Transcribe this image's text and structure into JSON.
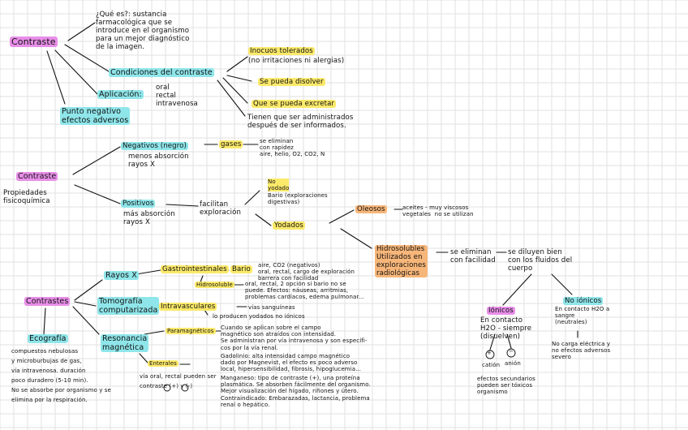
{
  "accents": {
    "pink": "#e88ee8",
    "cyan": "#8fe6ea",
    "yellow": "#fbe96a",
    "orange": "#f7b679",
    "grid": "#e2e2e2"
  },
  "section1": {
    "contraste": "Contraste",
    "que_es": "¿Qué es?: sustancia\nfarmacológica que se\nintroduce en el organismo\npara un mejor diagnóstico\nde la imagen.",
    "condiciones": "Condiciones del contraste",
    "inocuo": "Inocuos tolerados",
    "inocuo_sub": "(no irritaciones ni alergias)",
    "disolver": "Se pueda disolver",
    "excretar": "Que se pueda excretar",
    "administrarse": "Tienen que ser administrados\ndespués de ser informados.",
    "aplicacion": "Aplicación:",
    "vias": "oral\nrectal\nintravenosa",
    "punto": "Punto negativo\nefectos adversos"
  },
  "section2": {
    "contraste": "Contraste",
    "propiedades": "Propiedades\nfisicoquímica",
    "negativos": "Negativos (negro)",
    "neg_sub": "menos absorción\nrayos X",
    "gases": "gases",
    "gases_desc": "se eliminan\ncon rapidez\naire, helio, O2, CO2, N",
    "positivos": "Positivos",
    "pos_sub": "más absorción\nrayos X",
    "facilitan": "facilitan\nexploración",
    "no_yodado": "No\nyodado",
    "bario": "Bario (exploraciones\ndigestivas)",
    "yodados": "Yodados",
    "oleosos": "Oleosos",
    "aceites": "aceites - muy viscosos\nvegetales  no se utilizan",
    "hidrosolubles": "Hidrosolubles\nUtilizados en\nexploraciones\nradiológicas",
    "eliminan": "se eliminan\ncon facilidad",
    "diluyen": "se diluyen bien\ncon los fluidos del\ncuerpo",
    "ionicos": "Iónicos",
    "ionicos_desc": "En contacto\nH2O - siempre\n(disuelven)",
    "catio": "catión",
    "anion": "anión",
    "ionicos_efectos": "efectos secundarios\npueden ser tóxicos\norganismo",
    "no_ionicos": "No iónicos",
    "no_ionicos_desc": "En contacto H2O a\nsangre\n(neutrales)",
    "no_ionicos_fin": "No carga eléctrica y\nno efectos adversos\nsevero"
  },
  "section3": {
    "contrastes": "Contrastes",
    "rayos_x": "Rayos X",
    "tomografia": "Tomografía\ncomputarizada",
    "resonancia": "Resonancia\nmagnética",
    "ecografia": "Ecografía",
    "ecografia_desc": "compuestos nebulosas\ny microburbujas de gas,\nvía intravenosa. duración\npoco duradero (5-10 min).\nNo se absorbe por organismo y se\nelimina por la respiración.",
    "gastrointestinales": "Gastrointestinales",
    "bario": "Bario",
    "bario_desc": "aire, CO2 (negativos)\noral, rectal, cargo de exploración\nbarrera con facilidad",
    "hidrosoluble": "Hidrosoluble",
    "hidro_desc": "oral, rectal, 2 opción si bario no se\npuede. Efectos: náuseas, arritmias,\nproblemas cardíacos, edema pulmonar...",
    "intravasculares": "Intravasculares",
    "intra_desc": "vías sanguíneas",
    "intra_sub": "lo producen yodados no iónicos",
    "paramagneticos": "Paramagnéticos",
    "para_desc": "Cuando se aplican sobre el campo\nmagnético son atraídos con intensidad.\nSe administran por vía intravenosa y son específi-\ncos por la vía renal.",
    "gadolinio": "Gadolinio: alta intensidad campo magnético\ndado por Magnevist, el efecto es poco adverso\nlocal, hipersensibilidad, fibrosis, hipoglucemia...",
    "manganeso": "Manganeso: tipo de contraste (+), una proteína\nplasmática. Se absorben fácilmente del organismo.\nMejor visualización del hígado, riñones y útero.\nContraindicado: Embarazadas, lactancia, problema\nrenal o hepático.",
    "enterales": "Enterales",
    "ent_desc": "vía oral, rectal pueden ser\ncontraste (+) y (-)"
  }
}
